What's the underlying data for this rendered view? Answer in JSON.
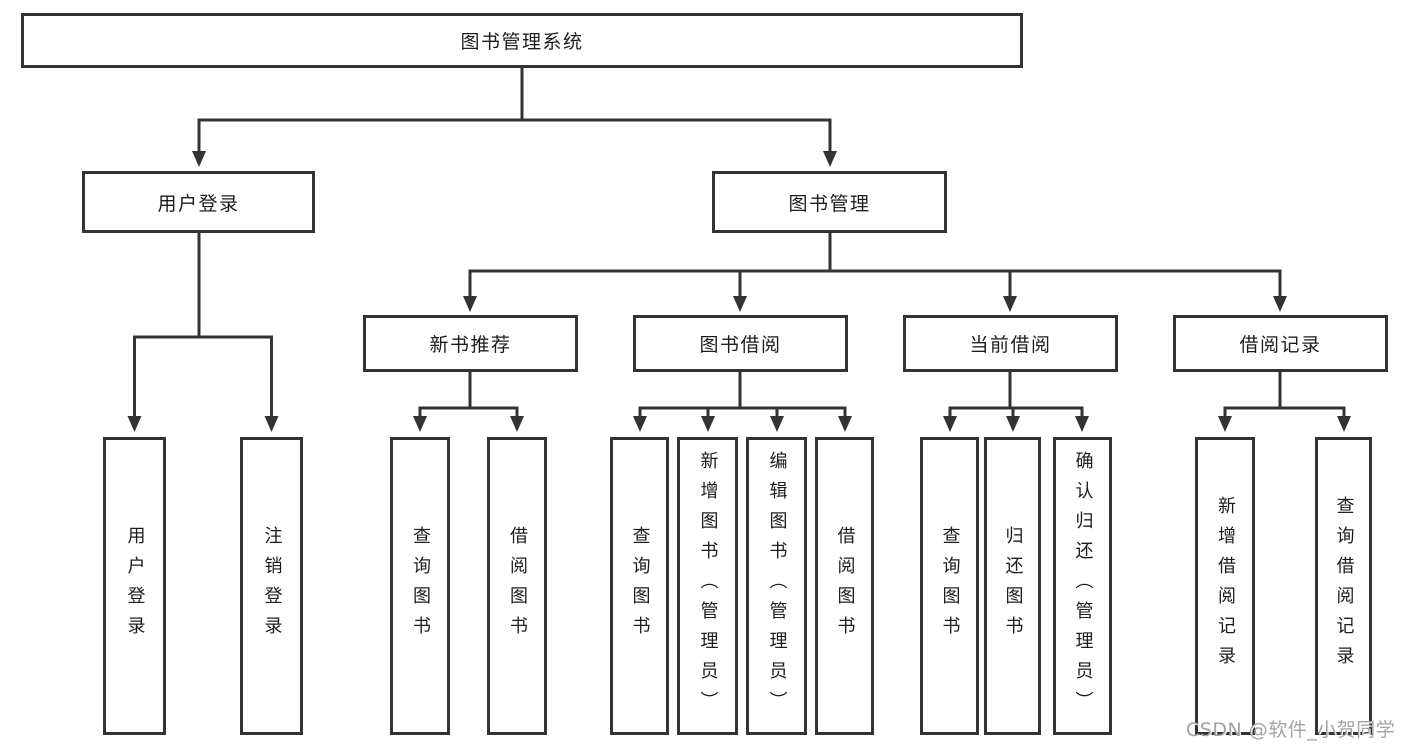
{
  "tree": {
    "label": "图书管理系统",
    "children": [
      {
        "label": "用户登录",
        "children": [
          {
            "label": "用户登录"
          },
          {
            "label": "注销登录"
          }
        ]
      },
      {
        "label": "图书管理",
        "children": [
          {
            "label": "新书推荐",
            "children": [
              {
                "label": "查询图书"
              },
              {
                "label": "借阅图书"
              }
            ]
          },
          {
            "label": "图书借阅",
            "children": [
              {
                "label": "查询图书"
              },
              {
                "label": "新增图书（管理员）"
              },
              {
                "label": "编辑图书（管理员）"
              },
              {
                "label": "借阅图书"
              }
            ]
          },
          {
            "label": "当前借阅",
            "children": [
              {
                "label": "查询图书"
              },
              {
                "label": "归还图书"
              },
              {
                "label": "确认归还（管理员）"
              }
            ]
          },
          {
            "label": "借阅记录",
            "children": [
              {
                "label": "新增借阅记录"
              },
              {
                "label": "查询借阅记录"
              }
            ]
          }
        ]
      }
    ]
  },
  "watermark": {
    "text": "CSDN @软件_小贺同学"
  },
  "colors": {
    "line": "#333333",
    "box_border": "#333333",
    "text": "#1d1d1d",
    "background": "#ffffff",
    "watermark": "#a3a3a3"
  }
}
